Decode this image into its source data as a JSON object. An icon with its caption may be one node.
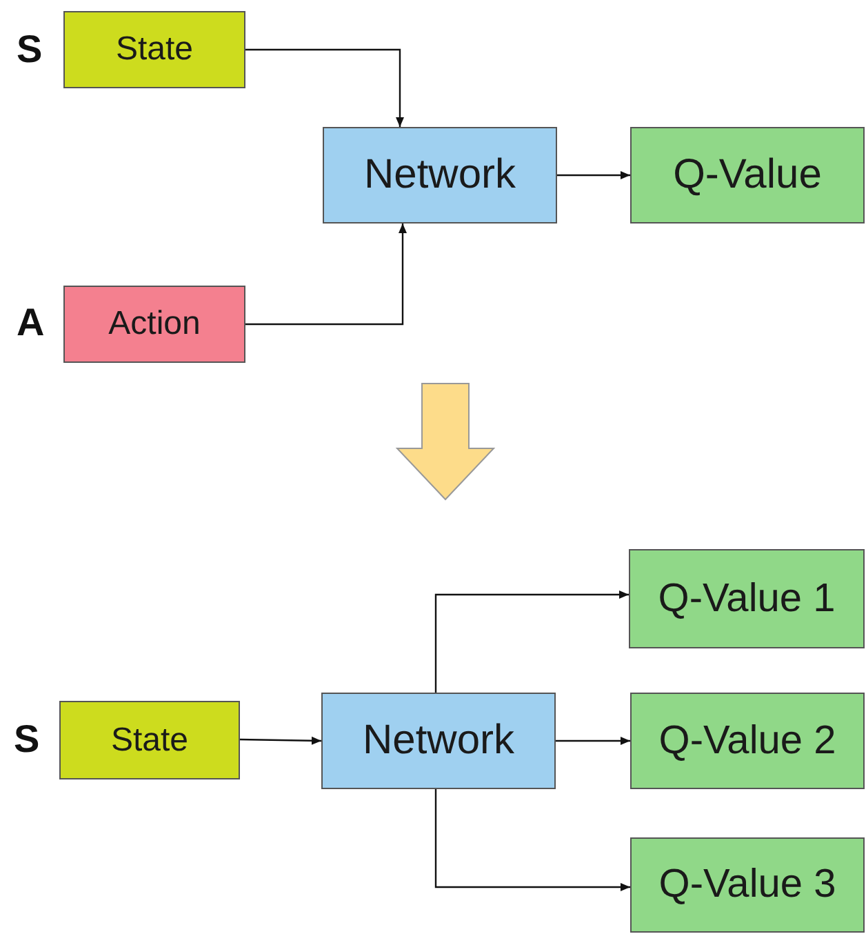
{
  "diagram": {
    "nodes": [
      {
        "text": [
          "State"
        ]
      },
      {
        "text": [
          "Action"
        ]
      },
      {
        "text": [
          "Network"
        ]
      },
      {
        "text": [
          "Q-Value"
        ]
      },
      {
        "text": [
          "State"
        ]
      },
      {
        "text": [
          "Network"
        ]
      },
      {
        "text": [
          "Q-Value 1"
        ]
      },
      {
        "text": [
          "Q-Value 2"
        ]
      },
      {
        "text": [
          "Q-Value 3"
        ]
      }
    ],
    "edges": [
      {
        "from": 0,
        "to": 2,
        "arrow": "to"
      },
      {
        "from": 1,
        "to": 2,
        "arrow": "to"
      },
      {
        "from": 2,
        "to": 3,
        "arrow": "to"
      },
      {
        "from": 4,
        "to": 5,
        "arrow": "to"
      },
      {
        "from": 5,
        "to": 6,
        "arrow": "to"
      },
      {
        "from": 5,
        "to": 7,
        "arrow": "to"
      },
      {
        "from": 5,
        "to": 8,
        "arrow": "to"
      }
    ],
    "labels": [
      "S",
      "A",
      "S"
    ]
  }
}
